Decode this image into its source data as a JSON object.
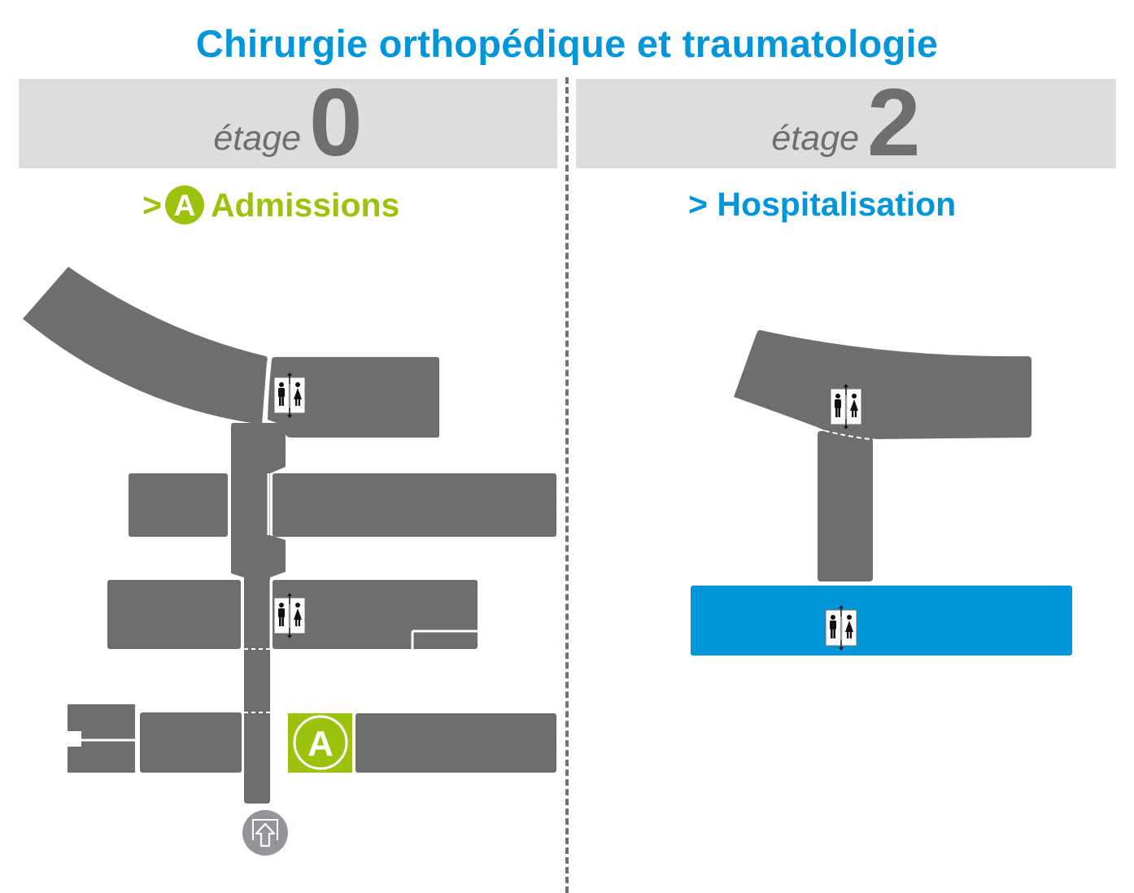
{
  "title": "Chirurgie orthopédique et traumatologie",
  "floors": [
    {
      "word": "étage",
      "number": "0",
      "section_prefix": ">",
      "section_badge": "A",
      "section_label": "Admissions"
    },
    {
      "word": "étage",
      "number": "2",
      "section_prefix": "> ",
      "section_label": "Hospitalisation"
    }
  ],
  "map": {
    "admissions_marker": "A",
    "entrance_icon": "entrance-arrow-icon",
    "restroom_icon": "restroom-icon",
    "colors": {
      "building": "#6d6e70",
      "admissions": "#9dc20d",
      "hospitalisation": "#0096d9",
      "floor_header": "#dcddde",
      "title": "#0096d9"
    }
  }
}
